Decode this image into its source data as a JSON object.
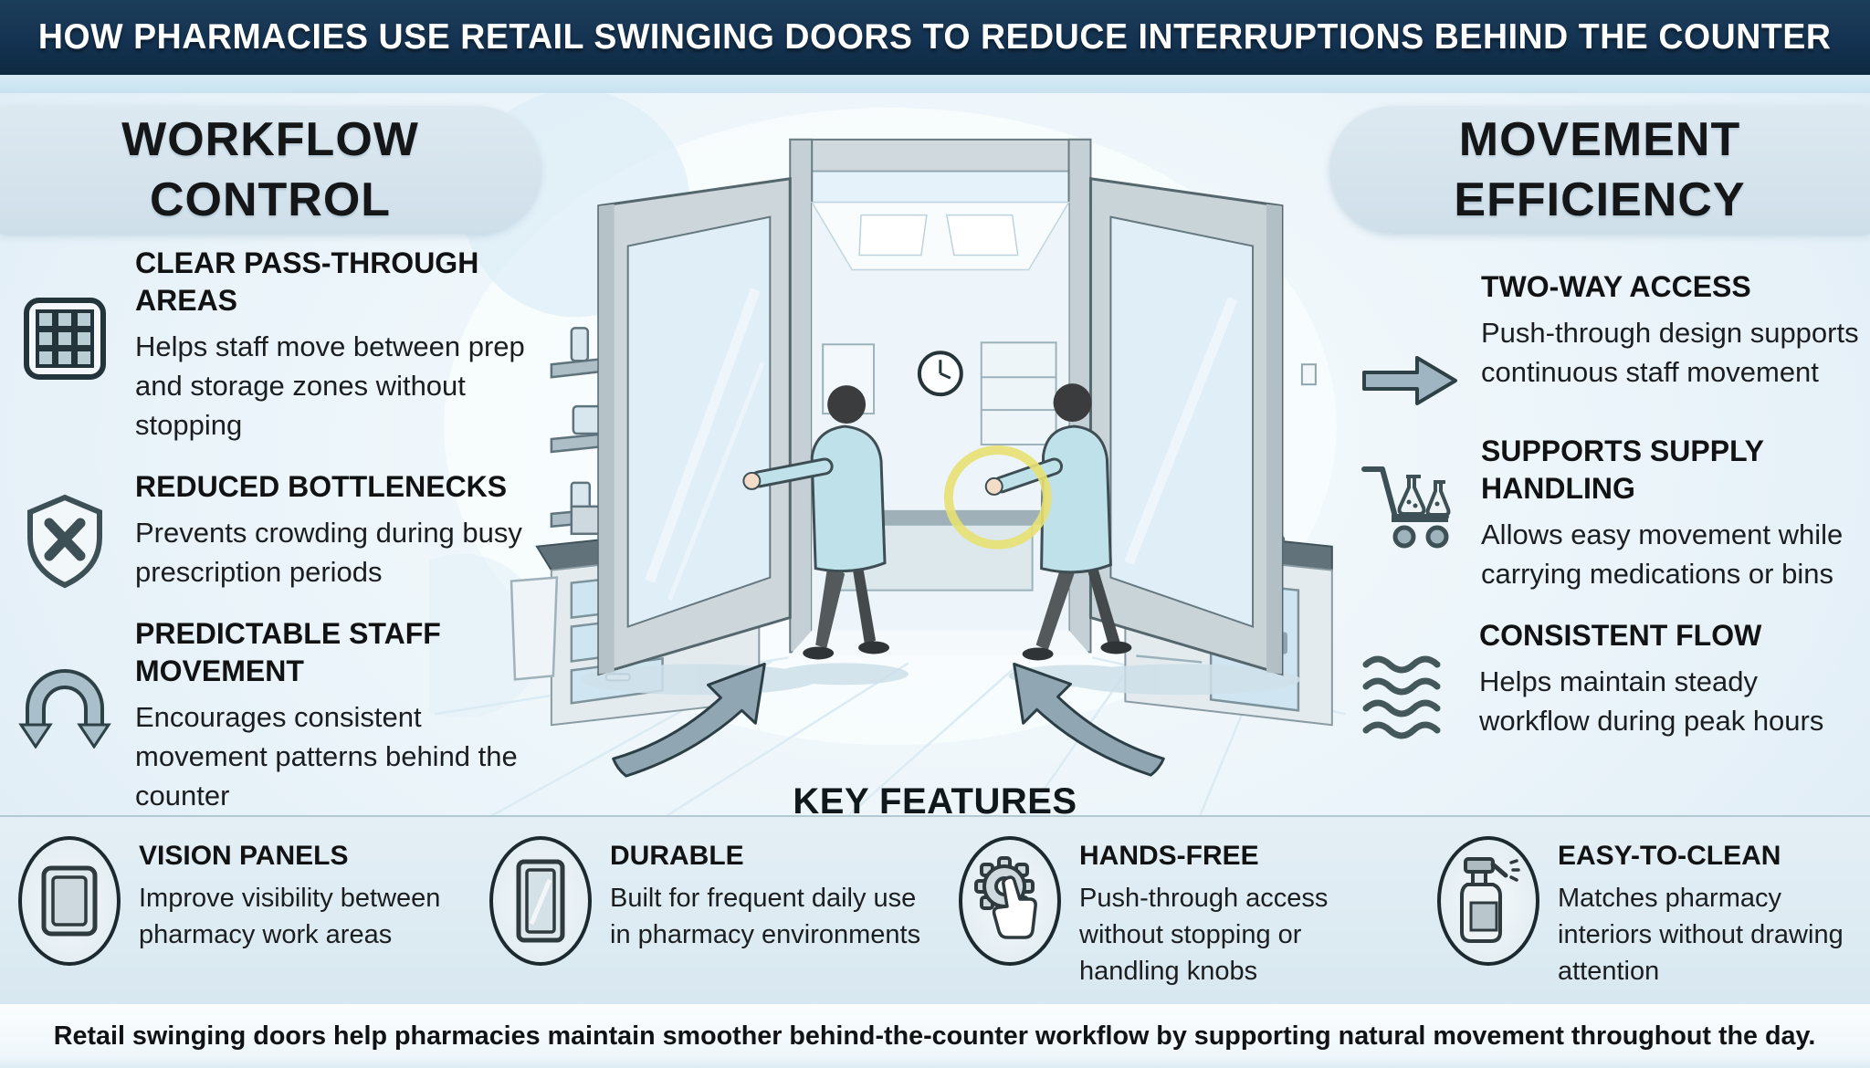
{
  "title": "HOW PHARMACIES USE RETAIL SWINGING DOORS TO REDUCE INTERRUPTIONS BEHIND THE COUNTER",
  "left_panel": {
    "heading_line1": "WORKFLOW",
    "heading_line2": "CONTROL",
    "items": [
      {
        "icon": "grid-icon",
        "title": "CLEAR PASS-THROUGH AREAS",
        "body": "Helps staff move between prep and storage zones without stopping"
      },
      {
        "icon": "shield-x-icon",
        "title": "REDUCED BOTTLENECKS",
        "body": "Prevents crowding during busy prescription periods"
      },
      {
        "icon": "u-turn-arrow-icon",
        "title": "PREDICTABLE STAFF MOVEMENT",
        "body": "Encourages consistent movement patterns behind the counter"
      }
    ]
  },
  "right_panel": {
    "heading_line1": "MOVEMENT",
    "heading_line2": "EFFICIENCY",
    "items": [
      {
        "icon": "arrow-right-icon",
        "title": "TWO-WAY ACCESS",
        "body": "Push-through design supports continuous staff movement"
      },
      {
        "icon": "cart-flasks-icon",
        "title": "SUPPORTS SUPPLY HANDLING",
        "body": "Allows easy movement while carrying medications or bins"
      },
      {
        "icon": "waves-icon",
        "title": "CONSISTENT FLOW",
        "body": "Helps maintain steady workflow during peak hours"
      }
    ]
  },
  "key_features": {
    "heading": "KEY FEATURES",
    "items": [
      {
        "icon": "vision-panel-icon",
        "title": "VISION PANELS",
        "body": "Improve visibility between pharmacy work areas"
      },
      {
        "icon": "door-panel-icon",
        "title": "DURABLE",
        "body": "Built for frequent daily use in pharmacy environments"
      },
      {
        "icon": "gear-hand-icon",
        "title": "HANDS-FREE",
        "body": "Push-through access without stopping or handling knobs"
      },
      {
        "icon": "spray-bottle-icon",
        "title": "EASY-TO-CLEAN",
        "body": "Matches pharmacy interiors without drawing attention"
      }
    ]
  },
  "footer": "Retail swinging doors help pharmacies maintain smoother behind-the-counter workflow by supporting natural movement throughout the day.",
  "illustration": {
    "description": "Two staff members in teal lab coats pushing through open double swinging doors between pharmacy work areas, with shelving, counters, curved arrows and a yellow highlight on the door edge"
  },
  "colors": {
    "title_bar_navy": "#12304a",
    "band_blue": "#d5e4ed",
    "background_blue": "#eaf4f9",
    "icon_stroke": "#3c5055",
    "arrow_fill": "#96adb9",
    "highlight_yellow": "#e7e172",
    "coat_teal": "#bfe2ea",
    "text_dark": "#141618"
  }
}
